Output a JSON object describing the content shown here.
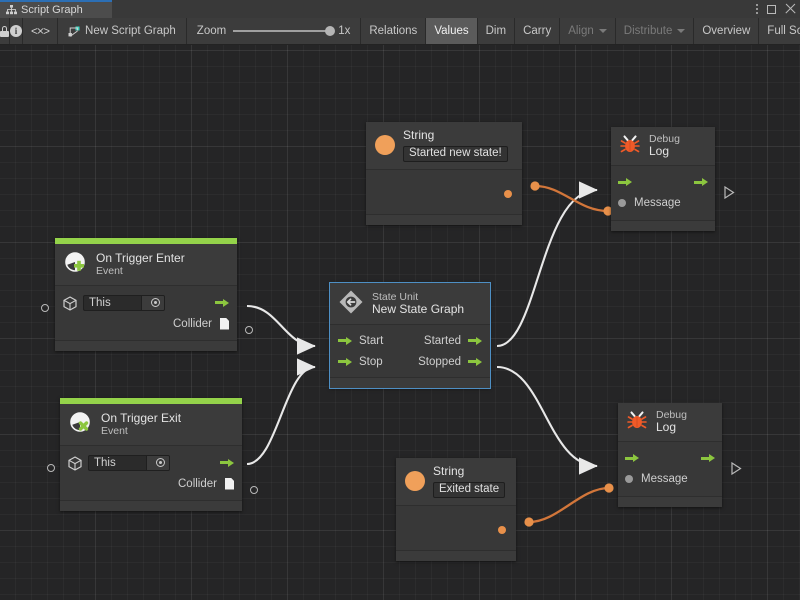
{
  "window": {
    "tab_label": "Script Graph",
    "tab_icon": "graph-hierarchy-icon",
    "menu_icon": "kebab-menu-icon",
    "maximize_icon": "maximize-icon",
    "close_icon": "close-icon"
  },
  "toolbar": {
    "lock_icon": "lock-icon",
    "info_icon": "info-icon",
    "code_icon": "code-brackets-icon",
    "graph_name": "New Script Graph",
    "graph_name_icon": "script-graph-icon",
    "zoom_label": "Zoom",
    "zoom_value": "1x",
    "buttons": [
      {
        "label": "Relations",
        "state": "normal"
      },
      {
        "label": "Values",
        "state": "active"
      },
      {
        "label": "Dim",
        "state": "normal"
      },
      {
        "label": "Carry",
        "state": "normal"
      },
      {
        "label": "Align",
        "state": "dim",
        "dropdown": true
      },
      {
        "label": "Distribute",
        "state": "dim",
        "dropdown": true
      },
      {
        "label": "Overview",
        "state": "normal"
      },
      {
        "label": "Full Scr",
        "state": "normal"
      }
    ]
  },
  "colors": {
    "accent_green": "#94d34a",
    "port_green": "#8cc63f",
    "value_orange": "#e8904a",
    "selection_blue": "#4e8fc4",
    "canvas_bg": "#252526",
    "node_bg": "#3b3b3b"
  },
  "graph": {
    "nodes": [
      {
        "id": "on-trigger-enter",
        "type": "event",
        "icon": "trigger-enter-icon",
        "title": "On Trigger Enter",
        "subtitle": "Event",
        "target_field": {
          "value": "This",
          "icon": "game-object-icon",
          "picker_icon": "object-picker-icon"
        },
        "outputs": [
          {
            "label": "",
            "kind": "flow"
          },
          {
            "label": "Collider",
            "kind": "value",
            "icon": "collider-file-icon"
          }
        ]
      },
      {
        "id": "on-trigger-exit",
        "type": "event",
        "icon": "trigger-exit-icon",
        "title": "On Trigger Exit",
        "subtitle": "Event",
        "target_field": {
          "value": "This",
          "icon": "game-object-icon",
          "picker_icon": "object-picker-icon"
        },
        "outputs": [
          {
            "label": "",
            "kind": "flow"
          },
          {
            "label": "Collider",
            "kind": "value",
            "icon": "collider-file-icon"
          }
        ]
      },
      {
        "id": "state-unit",
        "type": "state",
        "icon": "state-unit-icon",
        "subtitle": "State Unit",
        "title": "New  State  Graph",
        "selected": true,
        "inputs": [
          {
            "label": "Start"
          },
          {
            "label": "Stop"
          }
        ],
        "outputs": [
          {
            "label": "Started"
          },
          {
            "label": "Stopped"
          }
        ]
      },
      {
        "id": "string-started",
        "type": "literal",
        "icon": "string-value-icon",
        "title": "String",
        "value": "Started new state!"
      },
      {
        "id": "string-exited",
        "type": "literal",
        "icon": "string-value-icon",
        "title": "String",
        "value": "Exited state"
      },
      {
        "id": "debug-log-started",
        "type": "unit",
        "icon": "debug-bug-icon",
        "subtitle": "Debug",
        "title": "Log",
        "input_value_port": "Message"
      },
      {
        "id": "debug-log-exited",
        "type": "unit",
        "icon": "debug-bug-icon",
        "subtitle": "Debug",
        "title": "Log",
        "input_value_port": "Message"
      }
    ],
    "connections": [
      {
        "from": "on-trigger-enter",
        "to": "state-unit",
        "port": "Start",
        "kind": "flow"
      },
      {
        "from": "on-trigger-exit",
        "to": "state-unit",
        "port": "Stop",
        "kind": "flow"
      },
      {
        "from": "state-unit",
        "to": "debug-log-started",
        "port": "Started",
        "kind": "flow"
      },
      {
        "from": "state-unit",
        "to": "debug-log-exited",
        "port": "Stopped",
        "kind": "flow"
      },
      {
        "from": "string-started",
        "to": "debug-log-started",
        "port": "Message",
        "kind": "value"
      },
      {
        "from": "string-exited",
        "to": "debug-log-exited",
        "port": "Message",
        "kind": "value"
      }
    ]
  }
}
